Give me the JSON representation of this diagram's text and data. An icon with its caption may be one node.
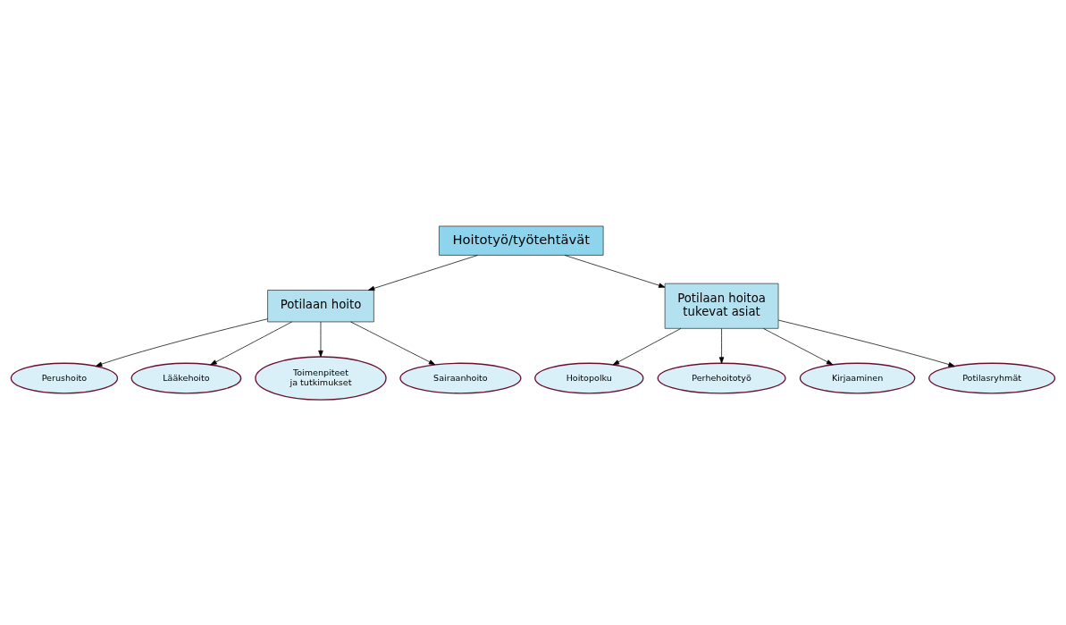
{
  "diagram": {
    "nodes": [
      {
        "text": [
          "Hoitotyö/työtehtävät"
        ]
      },
      {
        "text": [
          "Potilaan hoito"
        ]
      },
      {
        "text": [
          "Potilaan hoitoa tukevat asiat"
        ]
      },
      {
        "text": [
          "Perushoito"
        ]
      },
      {
        "text": [
          "Lääkehoito"
        ]
      },
      {
        "text": [
          "Toimenpiteet ja tutkimukset"
        ]
      },
      {
        "text": [
          "Sairaanhoito"
        ]
      },
      {
        "text": [
          "Hoitopolku"
        ]
      },
      {
        "text": [
          "Perhehoitotyö"
        ]
      },
      {
        "text": [
          "Kirjaaminen"
        ]
      },
      {
        "text": [
          "Potilasryhmät"
        ]
      }
    ],
    "edges": [
      {
        "from": 0,
        "to": 1,
        "arrow": "to"
      },
      {
        "from": 0,
        "to": 2,
        "arrow": "to"
      },
      {
        "from": 1,
        "to": 3,
        "arrow": "to"
      },
      {
        "from": 1,
        "to": 4,
        "arrow": "to"
      },
      {
        "from": 1,
        "to": 5,
        "arrow": "to"
      },
      {
        "from": 1,
        "to": 6,
        "arrow": "to"
      },
      {
        "from": 2,
        "to": 7,
        "arrow": "to"
      },
      {
        "from": 2,
        "to": 8,
        "arrow": "to"
      },
      {
        "from": 2,
        "to": 9,
        "arrow": "to"
      },
      {
        "from": 2,
        "to": 10,
        "arrow": "to"
      }
    ]
  }
}
